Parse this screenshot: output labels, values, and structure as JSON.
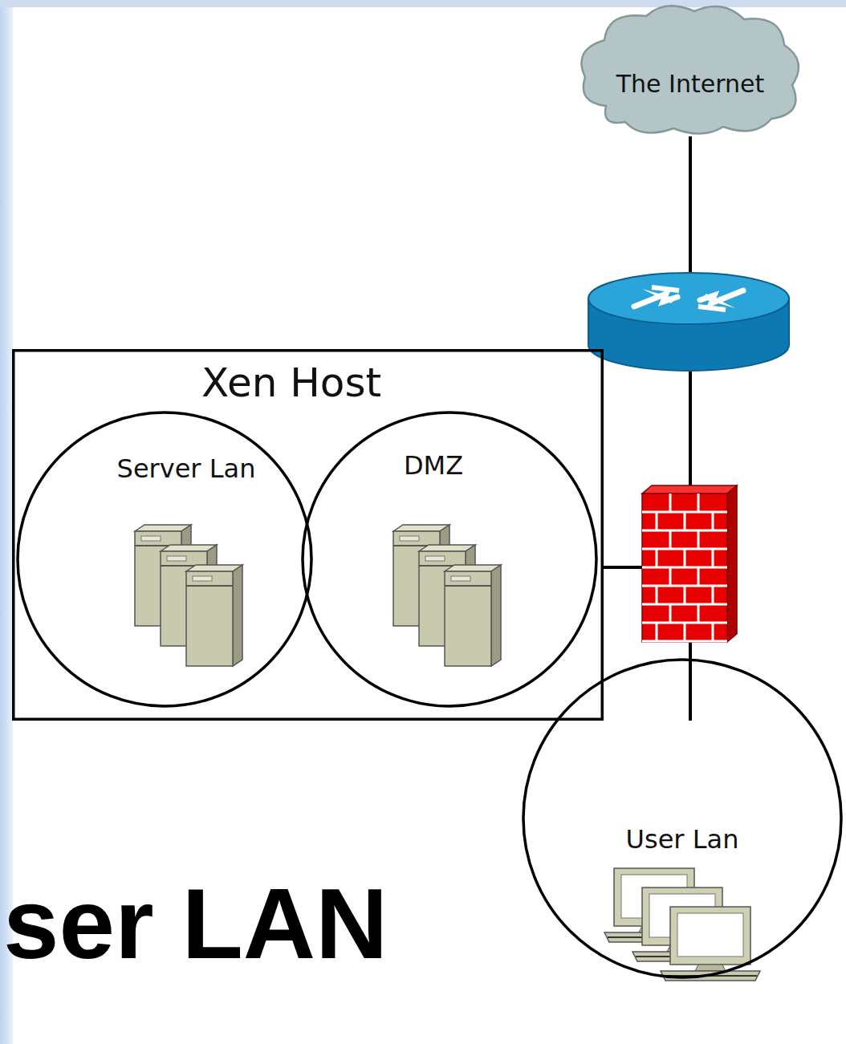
{
  "diagram": {
    "nodes": [
      {
        "text": [
          "The Internet"
        ]
      },
      {
        "text": [
          "Xen Host"
        ]
      },
      {
        "text": [
          "Server Lan"
        ],
        "in": 1
      },
      {
        "text": [
          "DMZ"
        ],
        "in": 1
      },
      {
        "text": [
          "User Lan"
        ]
      }
    ],
    "edges": [
      {
        "from": 0,
        "to": 1,
        "arrow": "none"
      },
      {
        "from": 0,
        "to": 4,
        "arrow": "none"
      },
      {
        "from": 1,
        "to": 4,
        "arrow": "none"
      }
    ],
    "labels": [
      "ser LAN"
    ]
  }
}
